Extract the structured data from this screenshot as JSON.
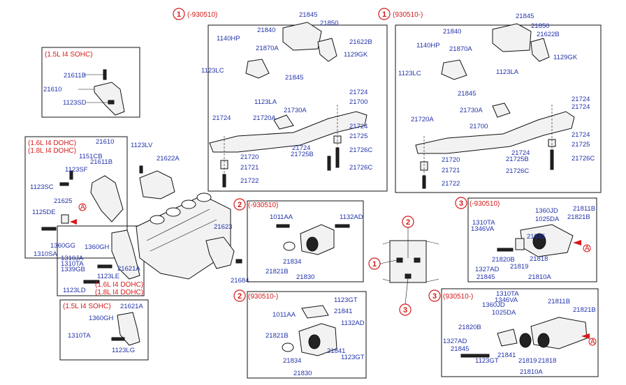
{
  "callouts": [
    "1",
    "1",
    "2",
    "2",
    "3",
    "3",
    "1",
    "2",
    "3"
  ],
  "ranges": {
    "p1_left": "(-930510)",
    "p1_right": "(930510-)",
    "p2_top": "(-930510)",
    "p2_bottom": "(930510-)",
    "p3_top": "(-930510)",
    "p3_bottom": "(930510-)"
  },
  "variants": {
    "sohc_top": "(1.5L I4 SOHC)",
    "dohc_a1": "(1.6L I4 DOHC)",
    "dohc_a2": "(1.8L I4 DOHC)",
    "dohc_b1": "(1.6L I4 DOHC)",
    "dohc_b2": "(1.8L I4 DOHC)",
    "sohc_bottom": "(1.5L I4 SOHC)"
  },
  "arrow_label": "A",
  "parts": {
    "sohc_top": [
      "21611B",
      "21610",
      "1123SD"
    ],
    "dohc": [
      "21610",
      "1151CB",
      "21611B",
      "1123SF",
      "1123SC",
      "21625",
      "1125DE",
      "1360GG",
      "1310SA"
    ],
    "lower_left": [
      "1360GH",
      "1310JA",
      "1310TA",
      "1339GB",
      "21621A",
      "1123LE",
      "1123LD"
    ],
    "sohc_bottom": [
      "21621A",
      "1360GH",
      "1310TA",
      "1123LG"
    ],
    "engine": [
      "1123LV",
      "21622A",
      "21623",
      "21684"
    ],
    "p1_left": [
      "21845",
      "21850",
      "21622B",
      "1129GK",
      "21840",
      "1140HP",
      "21870A",
      "1123LC",
      "21845",
      "1123LA",
      "21730A",
      "21724",
      "21724",
      "21720A",
      "21700",
      "21724",
      "21725",
      "21724",
      "21725B",
      "21726C",
      "21720",
      "21721",
      "21726C",
      "21722"
    ],
    "p1_right": [
      "21845",
      "21850",
      "21622B",
      "21840",
      "1140HP",
      "21870A",
      "1129GK",
      "1123LC",
      "1123LA",
      "21845",
      "21724",
      "21724",
      "21720A",
      "21730A",
      "21700",
      "21724",
      "21725",
      "21724",
      "21725B",
      "21726C",
      "21720",
      "21721",
      "21726C",
      "21722"
    ],
    "p2_top": [
      "1011AA",
      "1132AD",
      "21821B",
      "21834",
      "21830"
    ],
    "p2_bottom": [
      "1123GT",
      "21841",
      "1011AA",
      "1132AD",
      "21821B",
      "21841",
      "1123GT",
      "21834",
      "21830"
    ],
    "p3_top": [
      "1360JD",
      "21811B",
      "1025DA",
      "21821B",
      "1310TA",
      "1346VA",
      "21845",
      "21820B",
      "21818",
      "1327AD",
      "21819",
      "21845",
      "21810A"
    ],
    "p3_bottom": [
      "1310TA",
      "1346VA",
      "1360JD",
      "21811B",
      "1025DA",
      "21821B",
      "21820B",
      "1327AD",
      "21845",
      "21841",
      "21819",
      "21818",
      "1123GT",
      "21810A"
    ]
  }
}
